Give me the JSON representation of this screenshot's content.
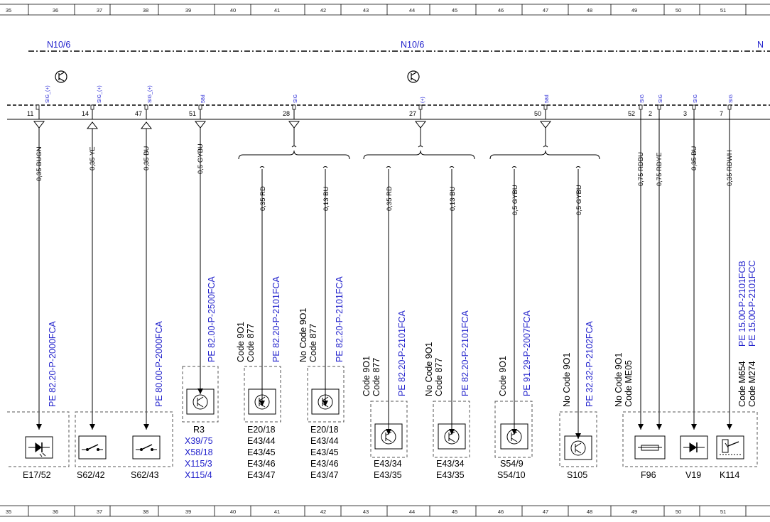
{
  "ruler": [
    "35",
    "36",
    "37",
    "38",
    "39",
    "40",
    "41",
    "42",
    "43",
    "44",
    "45",
    "46",
    "47",
    "48",
    "49",
    "50",
    "51"
  ],
  "titles": [
    "N10/6",
    "N10/6",
    "N"
  ],
  "pins": [
    {
      "num": "11",
      "sig": "SIG_(+)",
      "wire": "0,35 BUGN"
    },
    {
      "num": "14",
      "sig": "SIG_(+)",
      "wire": "0,35 YE"
    },
    {
      "num": "47",
      "sig": "SIG_(+)",
      "wire": "0,35 BU"
    },
    {
      "num": "51",
      "sig": "58d",
      "wire": "0,5 GYBU"
    },
    {
      "num": "28",
      "sig": "SIG",
      "wire": ""
    },
    {
      "num": "27",
      "sig": "(+)",
      "wire": ""
    },
    {
      "num": "50",
      "sig": "58d",
      "wire": ""
    },
    {
      "num": "52",
      "sig": "SIG",
      "wire": "0,75 RDBU"
    },
    {
      "num": "2",
      "sig": "SIG",
      "wire": "0,75 RDYE"
    },
    {
      "num": "3",
      "sig": "SIG",
      "wire": "0,35 BU"
    },
    {
      "num": "7",
      "sig": "SIG",
      "wire": "0,35 RDWH"
    }
  ],
  "branch_wires": [
    "0,35 RD",
    "0,13 BU",
    "0,35 RD",
    "0,13 BU",
    "0,5 GYBU",
    "0,5 GYBU"
  ],
  "refs": {
    "e17": "PE 82.20-P-2000FCA",
    "s62": "PE 80.00-P-2000FCA",
    "r3": "PE 82.00-P-2500FCA",
    "b1": "PE 82.20-P-2101FCA",
    "b2": "PE 82.20-P-2101FCA",
    "b3": "PE 82.20-P-2101FCA",
    "b4": "PE 82.20-P-2101FCA",
    "b5": "PE 91.29-P-2007FCA",
    "b6": "PE 32.32-P-2102FCA",
    "k114a": "PE 15.00-P-2101FCB",
    "k114b": "PE 15.00-P-2101FCC"
  },
  "codes": {
    "b1a": "Code 9O1",
    "b1b": "Code 877",
    "b2a": "No Code 9O1",
    "b2b": "Code 877",
    "b3a": "Code 9O1",
    "b3b": "Code 877",
    "b4a": "No Code 9O1",
    "b4b": "Code 877",
    "b5a": "Code 9O1",
    "b6a": "No Code 9O1",
    "f96a": "No Code 9O1",
    "f96b": "Code ME05",
    "k114a": "Code M654",
    "k114b": "Code M274"
  },
  "components": {
    "e17": "E17/52",
    "s62a": "S62/42",
    "s62b": "S62/43",
    "r3": "R3",
    "r3_conn": [
      "X39/75",
      "X58/18",
      "X115/3",
      "X115/4"
    ],
    "b1": [
      "E20/18",
      "E43/44",
      "E43/45",
      "E43/46",
      "E43/47"
    ],
    "b2": [
      "E20/18",
      "E43/44",
      "E43/45",
      "E43/46",
      "E43/47"
    ],
    "b3": [
      "E43/34",
      "E43/35"
    ],
    "b4": [
      "E43/34",
      "E43/35"
    ],
    "b5": [
      "S54/9",
      "S54/10"
    ],
    "b6": "S105",
    "f96": "F96",
    "v19": "V19",
    "k114": "K114"
  }
}
